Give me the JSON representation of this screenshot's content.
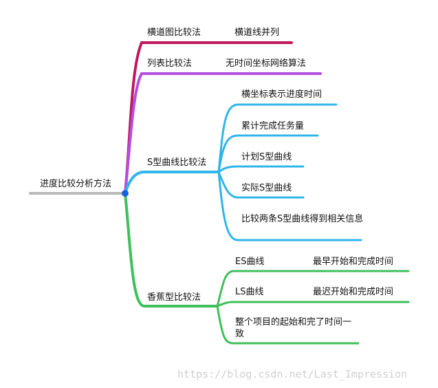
{
  "root": {
    "label": "进度比较分析方法"
  },
  "branches": [
    {
      "label": "横道图比较法",
      "color": "#c2185b",
      "children": [
        {
          "label": "横道线并列"
        }
      ]
    },
    {
      "label": "列表比较法",
      "color": "#b34fe0",
      "children": [
        {
          "label": "无时间坐标网络算法"
        }
      ]
    },
    {
      "label": "S型曲线比较法",
      "color": "#2fb5e9",
      "children": [
        {
          "label": "横坐标表示进度时间"
        },
        {
          "label": "累计完成任务量"
        },
        {
          "label": "计划S型曲线"
        },
        {
          "label": "实际S型曲线"
        },
        {
          "label": "比较两条S型曲线得到相关信息"
        }
      ]
    },
    {
      "label": "香蕉型比较法",
      "color": "#3dbf5a",
      "children": [
        {
          "label": "ES曲线",
          "note": "最早开始和完成时间"
        },
        {
          "label": "LS曲线",
          "note": "最迟开始和完成时间"
        },
        {
          "label": "整个项目的起始和完了时间一致"
        }
      ]
    }
  ],
  "watermark": "https://blog.csdn.net/Last_Impression"
}
